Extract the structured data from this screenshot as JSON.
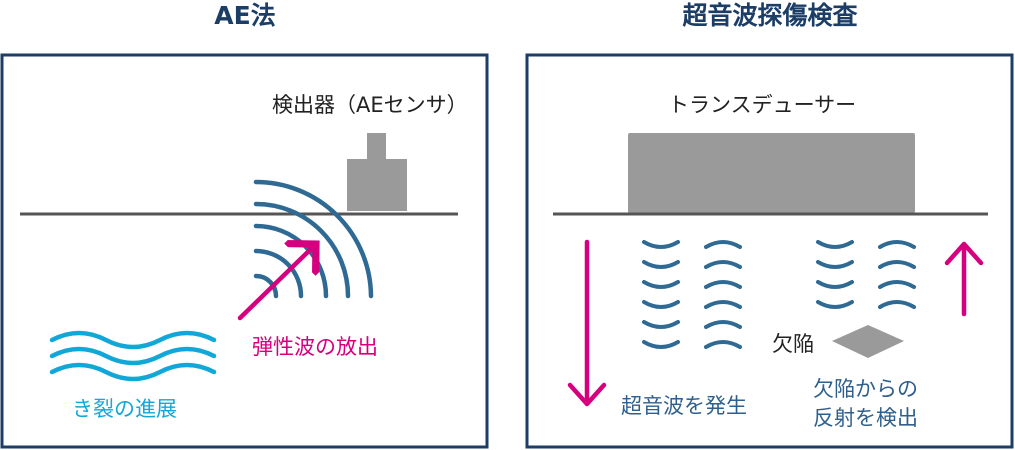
{
  "colors": {
    "frame": "#1c3d66",
    "wave": "#2f6a95",
    "crack": "#12a7d8",
    "arrow": "#d6007f",
    "device": "#9a9a9a",
    "surface": "#555555"
  },
  "ae_panel": {
    "title": "AE法",
    "sensor_label": "検出器（AEセンサ）",
    "emission_label": "弾性波の放出",
    "crack_label": "き裂の進展"
  },
  "ut_panel": {
    "title": "超音波探傷検査",
    "transducer_label": "トランスデューサー",
    "defect_label": "欠陥",
    "generate_label": "超音波を発生",
    "detect_label_line1": "欠陥からの",
    "detect_label_line2": "反射を検出"
  }
}
